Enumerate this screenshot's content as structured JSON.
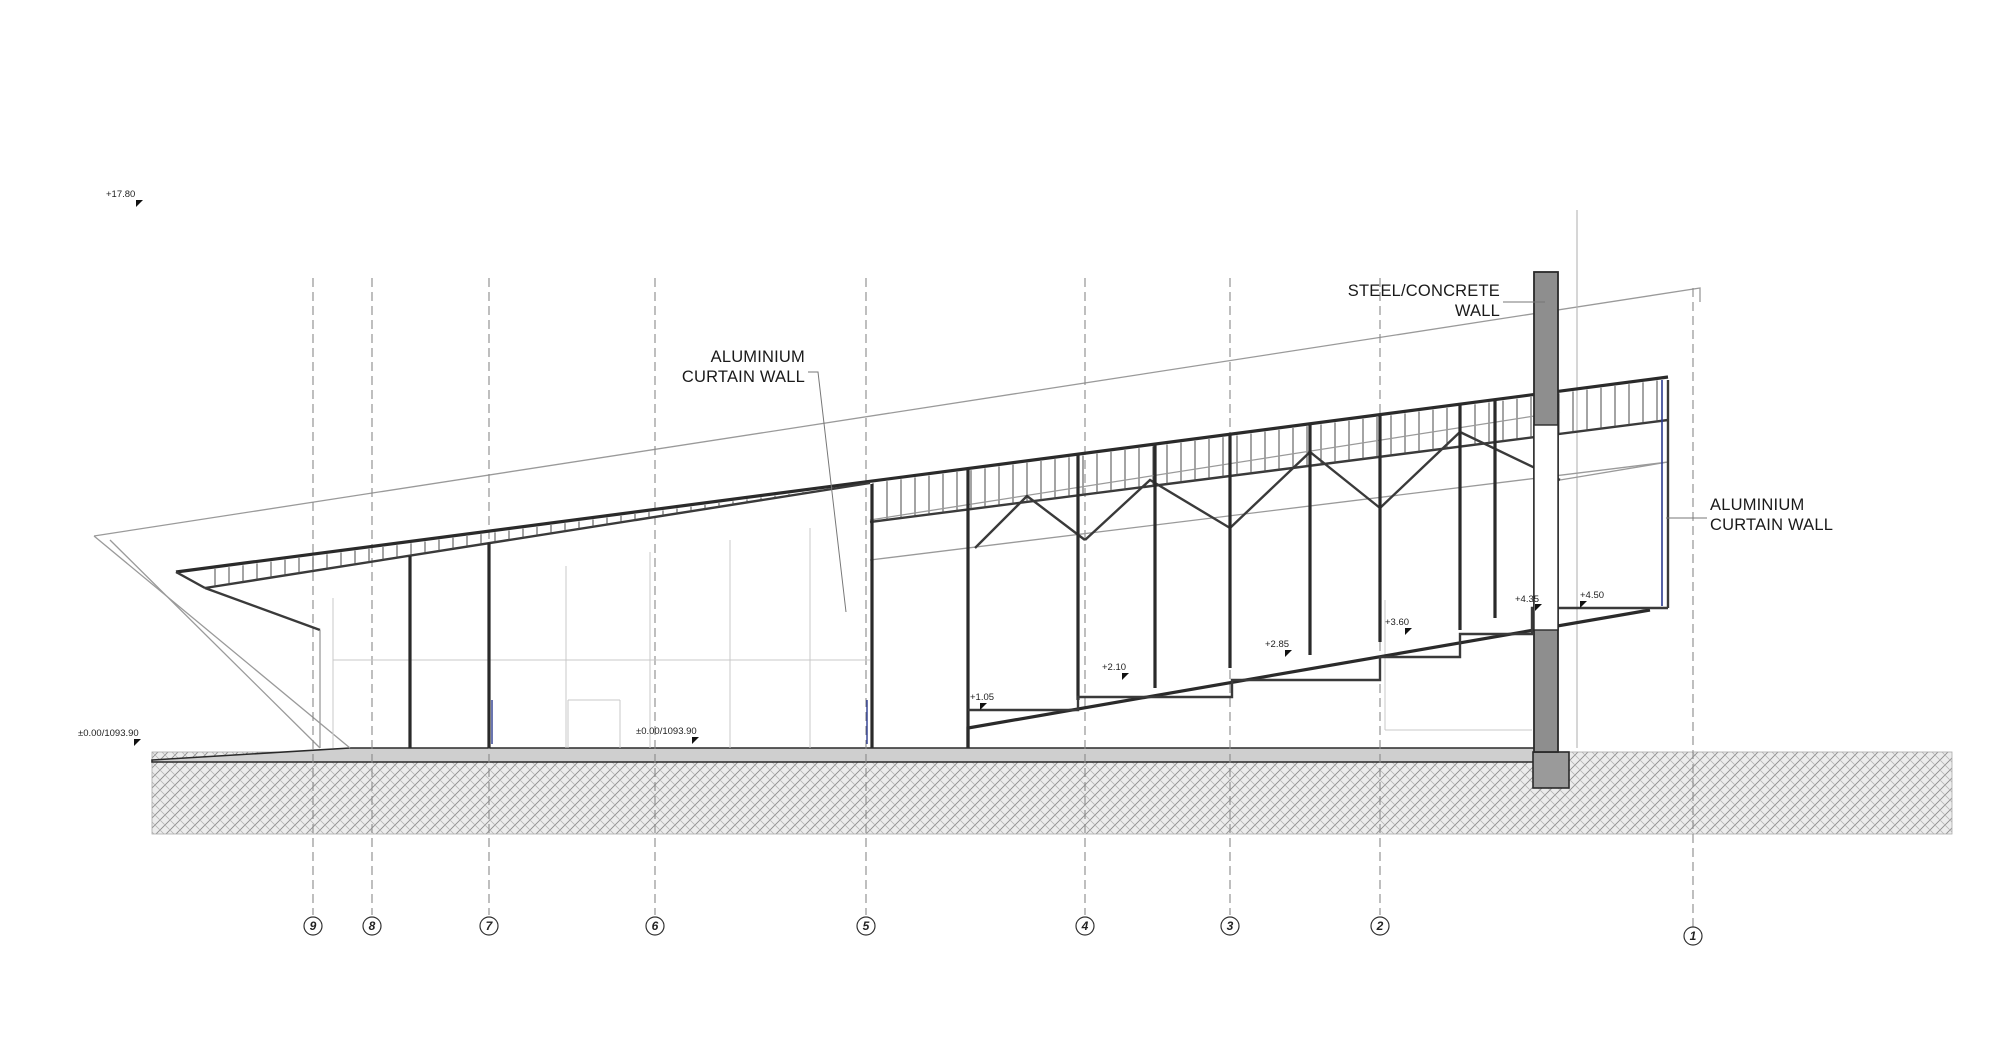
{
  "drawing": {
    "labels": {
      "curtain_wall_left_line1": "ALUMINIUM",
      "curtain_wall_left_line2": "CURTAIN WALL",
      "steel_wall_line1": "STEEL/CONCRETE",
      "steel_wall_line2": "WALL",
      "curtain_wall_right_line1": "ALUMINIUM",
      "curtain_wall_right_line2": "CURTAIN WALL"
    },
    "levels": {
      "top": "+17.80",
      "ground_left": "±0.00/1093.90",
      "ground_mid": "±0.00/1093.90",
      "l1": "+1.05",
      "l2": "+2.10",
      "l3": "+2.85",
      "l4": "+3.60",
      "l5": "+4.35",
      "l6": "+4.50"
    },
    "axes": [
      "9",
      "8",
      "7",
      "6",
      "5",
      "4",
      "3",
      "2",
      "1"
    ],
    "colors": {
      "line": "#2a2a2a",
      "ground_hatch": "#9a9a9a",
      "wall_fill": "#8e8e8e",
      "glass_accent": "#2b3a8f"
    }
  }
}
